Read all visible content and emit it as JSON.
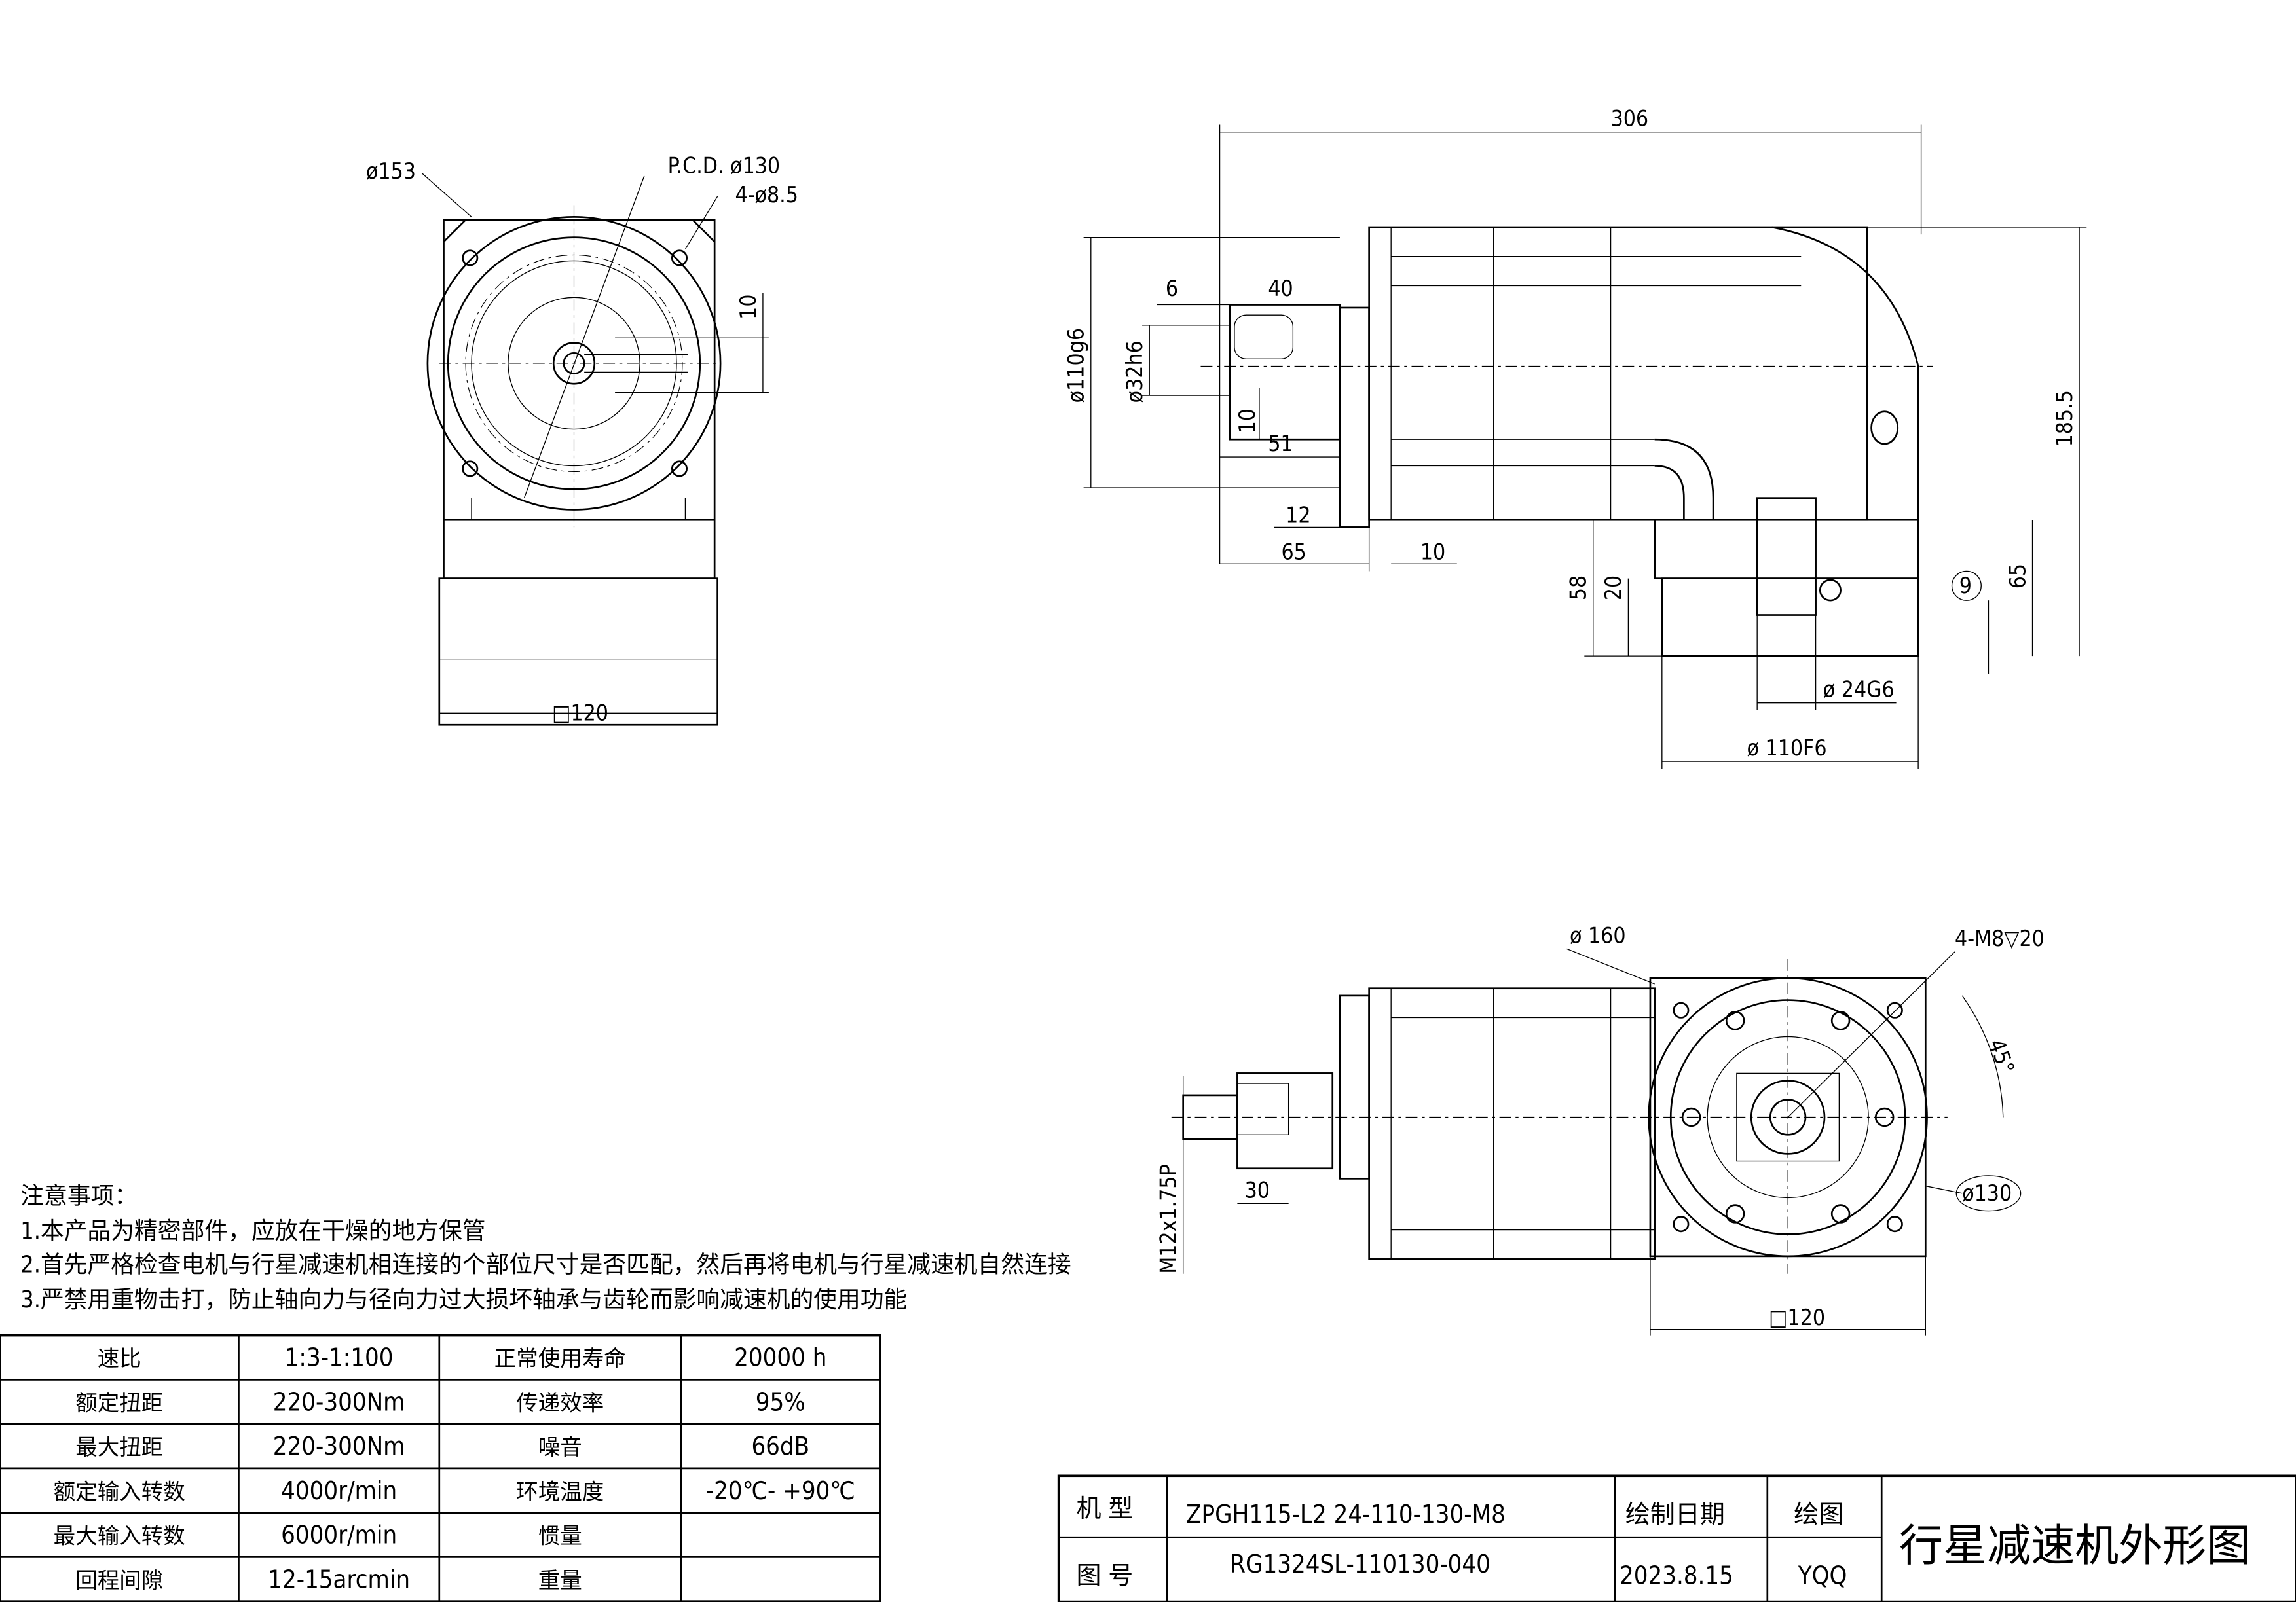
{
  "front_view": {
    "d_outer": "ø153",
    "pcd": "P.C.D. ø130",
    "holes": "4-ø8.5",
    "key_width": "10",
    "square": "□120"
  },
  "side_view": {
    "length": "306",
    "height": "185.5",
    "d_flange": "ø110g6",
    "d_shaft": "ø32h6",
    "key_offset": "6",
    "key_length": "40",
    "key_height": "10",
    "shaft_len": "51",
    "flange_thk": "12",
    "shaft_total": "65",
    "gap": "10",
    "out_h": "58",
    "out_step": "20",
    "out_bore": "ø 24G6",
    "out_pilot": "ø 110F6",
    "balloon": "9",
    "out_65": "65"
  },
  "bottom_view": {
    "d_outer": "ø 160",
    "tapped": "4-M8▽20",
    "angle": "45°",
    "thread": "M12x1.75P",
    "depth": "30",
    "pcd": "ø130",
    "square": "□120"
  },
  "notes": {
    "title": "注意事项：",
    "items": [
      "1.本产品为精密部件，应放在干燥的地方保管",
      "2.首先严格检查电机与行星减速机相连接的个部位尺寸是否匹配，然后再将电机与行星减速机自然连接",
      "3.严禁用重物击打，防止轴向力与径向力过大损坏轴承与齿轮而影响减速机的使用功能"
    ]
  },
  "spec_table": [
    [
      "速比",
      "1:3-1:100",
      "正常使用寿命",
      "20000  h"
    ],
    [
      "额定扭距",
      "220-300Nm",
      "传递效率",
      "95%"
    ],
    [
      "最大扭距",
      "220-300Nm",
      "噪音",
      "66dB"
    ],
    [
      "额定输入转数",
      "4000r/min",
      "环境温度",
      "-20℃- +90℃"
    ],
    [
      "最大输入转数",
      "6000r/min",
      "惯量",
      ""
    ],
    [
      "回程间隙",
      "12-15arcmin",
      "重量",
      ""
    ]
  ],
  "title_block": {
    "model_label": "机 型",
    "model": "ZPGH115-L2 24-110-130-M8",
    "drawno_label": "图 号",
    "drawno": "RG1324SL-110130-040",
    "date_label": "绘制日期",
    "date": "2023.8.15",
    "drawer_label": "绘图",
    "drawer": "YQQ",
    "title": "行星减速机外形图"
  }
}
